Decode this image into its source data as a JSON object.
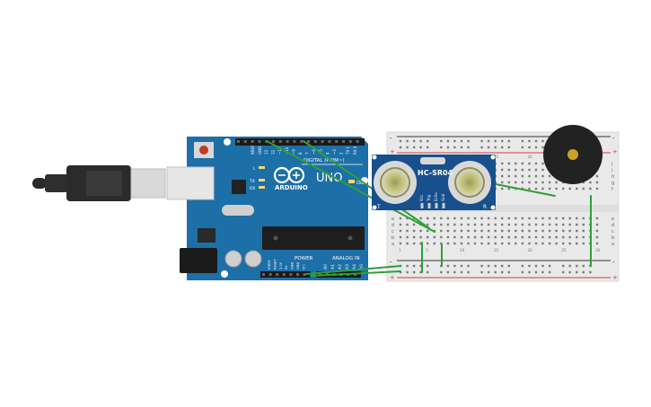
{
  "arduino": {
    "brand_label": "ARDUINO",
    "model_label": "UNO",
    "digital_label": "DIGITAL (PWM~)",
    "power_label": "POWER",
    "analog_label": "ANALOG IN",
    "on_label": "ON",
    "led_l_label": "L",
    "led_tx_label": "TX",
    "led_rx_label": "RX",
    "aref_label": "AREF",
    "gnd_label": "GND",
    "digital_pins": [
      "13",
      "12",
      "~11",
      "~10",
      "~9",
      "8",
      "7",
      "~6",
      "~5",
      "4",
      "~3",
      "2",
      "TX 1",
      "RX 0"
    ],
    "power_pins": [
      "IOREF",
      "RESET",
      "3.3V",
      "5V",
      "GND",
      "GND",
      "Vin"
    ],
    "analog_pins": [
      "A0",
      "A1",
      "A2",
      "A3",
      "A4",
      "A5"
    ]
  },
  "sensor": {
    "model_label": "HC-SR04",
    "left_mark": "T",
    "right_mark": "R",
    "pins": [
      "Vcc",
      "Trig",
      "Echo",
      "Gnd"
    ]
  },
  "breadboard": {
    "row_letters_top": [
      "j",
      "i",
      "h",
      "g",
      "f"
    ],
    "row_letters_bottom": [
      "e",
      "d",
      "c",
      "b",
      "a"
    ],
    "column_numbers": [
      "1",
      "5",
      "10",
      "15",
      "20",
      "25",
      "30"
    ],
    "plus_label": "+",
    "minus_label": "-"
  },
  "colors": {
    "arduino_board": "#1d6fa8",
    "wire": "#2f9e3a",
    "breadboard": "#e9e9e9",
    "rail_red": "#d23b3b",
    "rail_black": "#333333",
    "sensor_board": "#17508c",
    "buzzer": "#222222",
    "buzzer_dot": "#c9a227"
  }
}
